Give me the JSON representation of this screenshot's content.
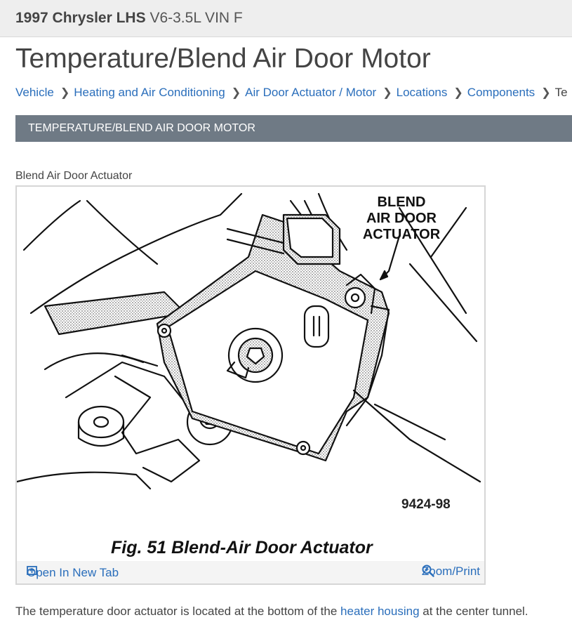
{
  "header": {
    "vehicle_name": "1997 Chrysler LHS",
    "engine": "V6-3.5L VIN F"
  },
  "page_title": "Temperature/Blend Air Door Motor",
  "breadcrumb": {
    "items": [
      "Vehicle",
      "Heating and Air Conditioning",
      "Air Door Actuator / Motor",
      "Locations",
      "Components"
    ],
    "current": "Te"
  },
  "section": {
    "heading": "TEMPERATURE/BLEND AIR DOOR MOTOR"
  },
  "figure": {
    "caption": "Blend Air Door Actuator",
    "callout_lines": [
      "BLEND",
      "AIR DOOR",
      "ACTUATOR"
    ],
    "code": "9424-98",
    "label": "Fig. 51 Blend-Air Door Actuator",
    "open_tab_label": "Open In New Tab",
    "zoom_label": "Zoom/Print"
  },
  "body": {
    "text_before": "The temperature door actuator is located at the bottom of the ",
    "link_text": "heater housing",
    "text_after": " at the center tunnel."
  },
  "colors": {
    "link": "#2a6ebb",
    "section_bar": "#6f7a85",
    "header_bg": "#eeeeee"
  }
}
